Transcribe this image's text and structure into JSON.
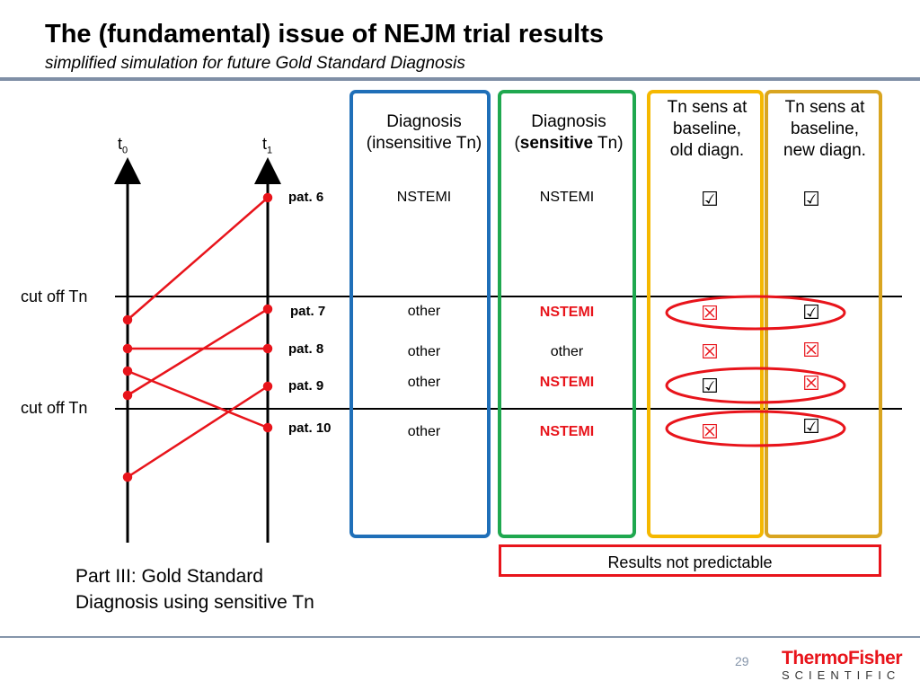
{
  "title": "The (fundamental) issue of NEJM trial results",
  "subtitle": "simplified simulation for future Gold Standard Diagnosis",
  "time_labels": {
    "t0": "t",
    "t0_sub": "0",
    "t1": "t",
    "t1_sub": "1"
  },
  "cut_off_labels": [
    "cut off Tn",
    "cut off Tn"
  ],
  "columns": {
    "insensitive": {
      "line1": "Diagnosis",
      "line2": "(insensitive Tn)"
    },
    "sensitive": {
      "line1": "Diagnosis",
      "line2_pre": "(",
      "line2_bold": "sensitive",
      "line2_post": " Tn)"
    },
    "old": {
      "line1": "Tn sens at",
      "line2": "baseline,",
      "line3": "old diagn."
    },
    "new": {
      "line1": "Tn sens at",
      "line2": "baseline,",
      "line3": "new diagn."
    }
  },
  "patients": [
    {
      "label": "pat. 6",
      "insensitive": "NSTEMI",
      "sensitive": "NSTEMI",
      "sensitive_red": false,
      "old": "check",
      "new": "check"
    },
    {
      "label": "pat. 7",
      "insensitive": "other",
      "sensitive": "NSTEMI",
      "sensitive_red": true,
      "old": "cross",
      "new": "check"
    },
    {
      "label": "pat. 8",
      "insensitive": "other",
      "sensitive": "other",
      "sensitive_red": false,
      "old": "cross",
      "new": "cross"
    },
    {
      "label": "pat. 9",
      "insensitive": "other",
      "sensitive": "NSTEMI",
      "sensitive_red": true,
      "old": "check",
      "new": "cross"
    },
    {
      "label": "pat. 10",
      "insensitive": "other",
      "sensitive": "NSTEMI",
      "sensitive_red": true,
      "old": "cross",
      "new": "check"
    }
  ],
  "results_note": "Results not predictable",
  "part_text": {
    "line1": "Part III: Gold Standard",
    "line2": "Diagnosis using sensitive Tn"
  },
  "page_number": "29",
  "logo": {
    "line1": "ThermoFisher",
    "line2": "SCIENTIFIC"
  },
  "colors": {
    "blue_box": "#1f6fb8",
    "green_box": "#1fa84f",
    "yellow_box": "#f5b800",
    "gold_box": "#d9a520",
    "red": "#e8141b",
    "accent_rule": "#7f8fa6"
  },
  "icons": {
    "check": "ballot-box-with-check-icon",
    "cross": "ballot-box-with-x-icon"
  }
}
